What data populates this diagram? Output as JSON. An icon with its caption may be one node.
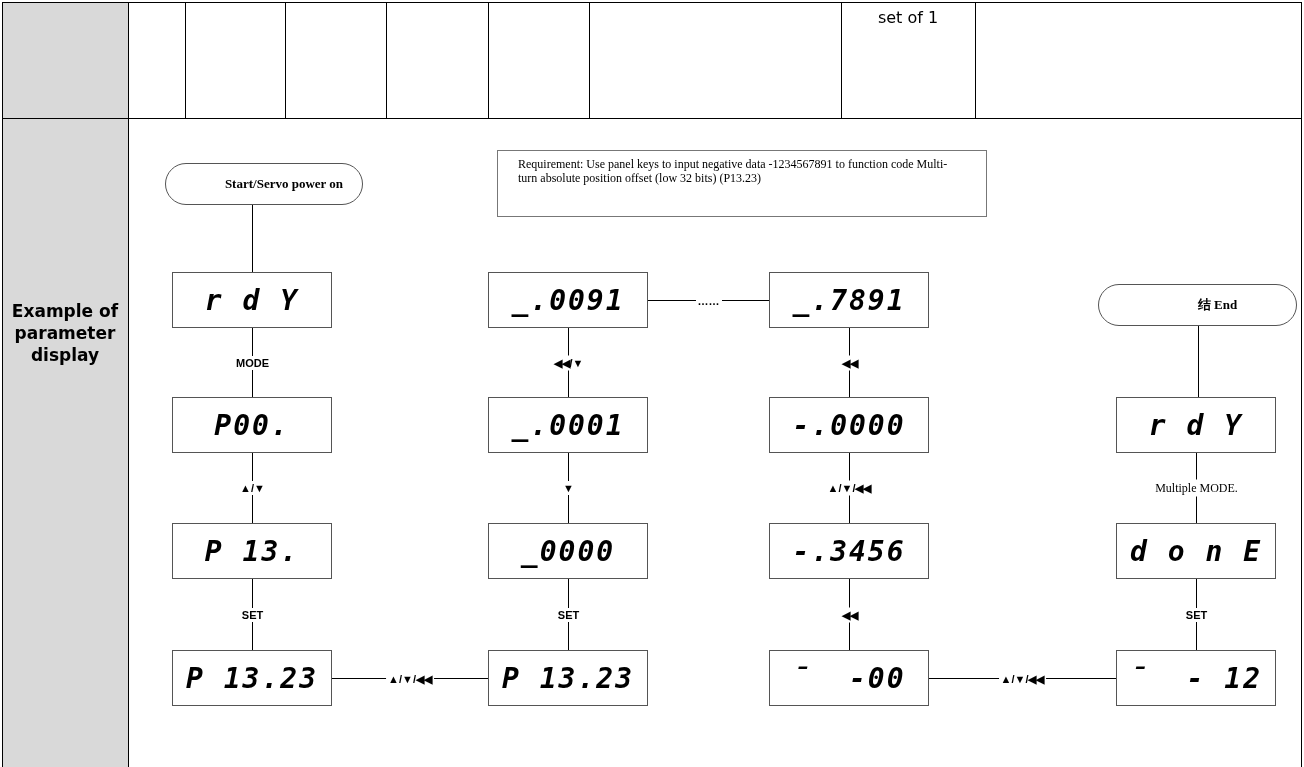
{
  "diagram": {
    "nodes": [
      {
        "text": [
          "Start/Servo power on"
        ]
      },
      {
        "text": [
          "Requirement: Use panel keys to input negative data -1234567891 to function code Multi-turn absolute position offset (low 32 bits) (P13.23)"
        ]
      },
      {
        "text": [
          "r d Y"
        ]
      },
      {
        "text": [
          "_.0091"
        ]
      },
      {
        "text": [
          "_.7891"
        ]
      },
      {
        "text": [
          "结 End"
        ]
      },
      {
        "text": [
          "P00."
        ]
      },
      {
        "text": [
          "_.0001"
        ]
      },
      {
        "text": [
          "-.0000"
        ]
      },
      {
        "text": [
          "r d Y"
        ]
      },
      {
        "text": [
          "P 13."
        ]
      },
      {
        "text": [
          "_0000"
        ]
      },
      {
        "text": [
          "-.3456"
        ]
      },
      {
        "text": [
          "d o n E"
        ]
      },
      {
        "text": [
          "P 13.23"
        ]
      },
      {
        "text": [
          "P 13.23"
        ]
      },
      {
        "text": [
          "¯  -00"
        ]
      },
      {
        "text": [
          "¯  - 12"
        ]
      }
    ],
    "edges": [
      {
        "from": 0,
        "to": 2,
        "arrow": "none"
      },
      {
        "from": 2,
        "to": 6,
        "arrow": "none",
        "label": "MODE"
      },
      {
        "from": 6,
        "to": 10,
        "arrow": "none",
        "label": "▲/▼"
      },
      {
        "from": 10,
        "to": 14,
        "arrow": "none",
        "label": "SET"
      },
      {
        "from": 14,
        "to": 15,
        "arrow": "none",
        "label": "▲/▼/◀◀"
      },
      {
        "from": 15,
        "to": 11,
        "arrow": "none",
        "label": "SET"
      },
      {
        "from": 11,
        "to": 7,
        "arrow": "none",
        "label": "▼"
      },
      {
        "from": 7,
        "to": 3,
        "arrow": "none",
        "label": "◀◀/▼"
      },
      {
        "from": 3,
        "to": 4,
        "arrow": "none",
        "label": "……"
      },
      {
        "from": 4,
        "to": 8,
        "arrow": "none",
        "label": "◀◀"
      },
      {
        "from": 8,
        "to": 12,
        "arrow": "none",
        "label": "▲/▼/◀◀"
      },
      {
        "from": 12,
        "to": 16,
        "arrow": "none",
        "label": "◀◀"
      },
      {
        "from": 16,
        "to": 17,
        "arrow": "none",
        "label": "▲/▼/◀◀"
      },
      {
        "from": 17,
        "to": 13,
        "arrow": "none",
        "label": "SET"
      },
      {
        "from": 13,
        "to": 9,
        "arrow": "none",
        "label": "Multiple MODE."
      },
      {
        "from": 9,
        "to": 5,
        "arrow": "none"
      }
    ],
    "labels": [
      "set of 1",
      "Example of parameter display"
    ]
  }
}
